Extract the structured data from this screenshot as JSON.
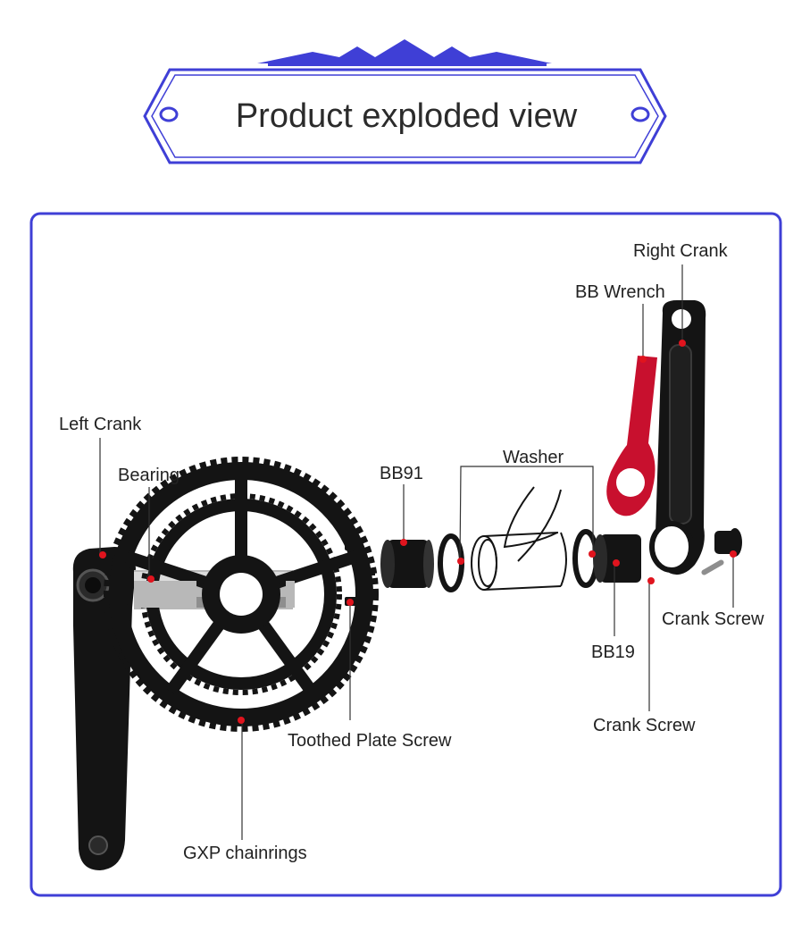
{
  "title": "Product exploded view",
  "labels": {
    "right_crank": "Right Crank",
    "bb_wrench": "BB Wrench",
    "left_crank": "Left Crank",
    "bearing": "Bearing",
    "bb91": "BB91",
    "washer": "Washer",
    "crank_screw_right": "Crank Screw",
    "bb19": "BB19",
    "crank_screw_bottom": "Crank Screw",
    "toothed_plate_screw": "Toothed Plate Screw",
    "gxp_chainrings": "GXP chainrings"
  },
  "colors": {
    "frame_border": "#3f3fd6",
    "marker_red": "#e0141e",
    "part_black": "#141414",
    "wrench_red": "#c8102e",
    "spindle_silver": "#b8b8b8"
  }
}
